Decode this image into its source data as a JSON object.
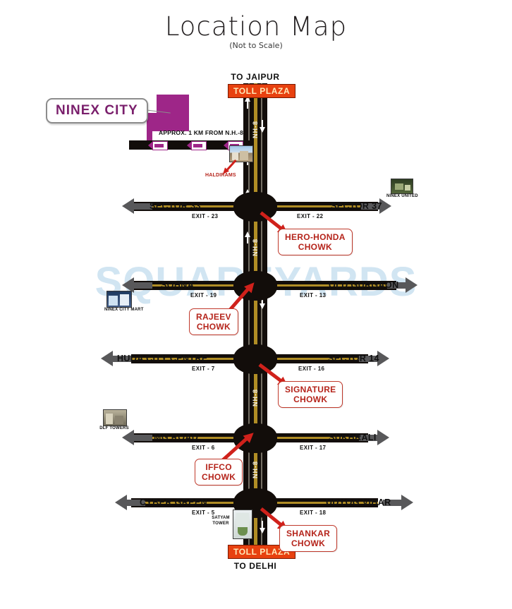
{
  "header": {
    "title": "Location Map",
    "subtitle": "(Not to Scale)"
  },
  "watermark": "SQUAREYARDS",
  "highway": {
    "name": "NH-8",
    "labels": [
      "NH-8",
      "NH-8",
      "NH-8",
      "NH-8",
      "NH-8"
    ],
    "top_destination": "TO JAIPUR",
    "bottom_destination": "TO DELHI",
    "toll_top": "TOLL PLAZA",
    "toll_bottom": "TOLL PLAZA"
  },
  "project": {
    "name": "NINEX CITY",
    "distance_note": "APPROX. 1 KM FROM N.H.-8",
    "color": "#9e2688"
  },
  "junctions": [
    {
      "name": "HERO-HONDA\nCHOWK",
      "left_place": "SECTOR 33",
      "left_exit": "EXIT - 23",
      "right_place": "SECTOR 37",
      "right_exit": "EXIT - 22"
    },
    {
      "name": "RAJEEV\nCHOWK",
      "left_place": "SOHNA",
      "left_exit": "EXIT - 19",
      "right_place": "OLD GURGAON",
      "right_exit": "EXIT - 13"
    },
    {
      "name": "SIGNATURE\nCHOWK",
      "left_place": "HUDA CITY CENTRE",
      "left_exit": "EXIT - 7",
      "right_place": "SECTOR 14",
      "right_exit": "EXIT - 16"
    },
    {
      "name": "IFFCO\nCHOWK",
      "left_place": "MG ROAD",
      "left_exit": "EXIT - 6",
      "right_place": "SUKHRALI",
      "right_exit": "EXIT - 17"
    },
    {
      "name": "SHANKAR\nCHOWK",
      "left_place": "CYBER GREEN",
      "left_exit": "EXIT - 5",
      "right_place": "UDYOG VIHAR",
      "right_exit": "EXIT - 18"
    }
  ],
  "landmarks": [
    {
      "caption": "HALDIRAMS"
    },
    {
      "caption": "NINEX UNITED"
    },
    {
      "caption": "NINEX CITY MART"
    },
    {
      "caption": "DLF TOWERS"
    },
    {
      "caption": "SATYAM\nTOWER"
    }
  ]
}
